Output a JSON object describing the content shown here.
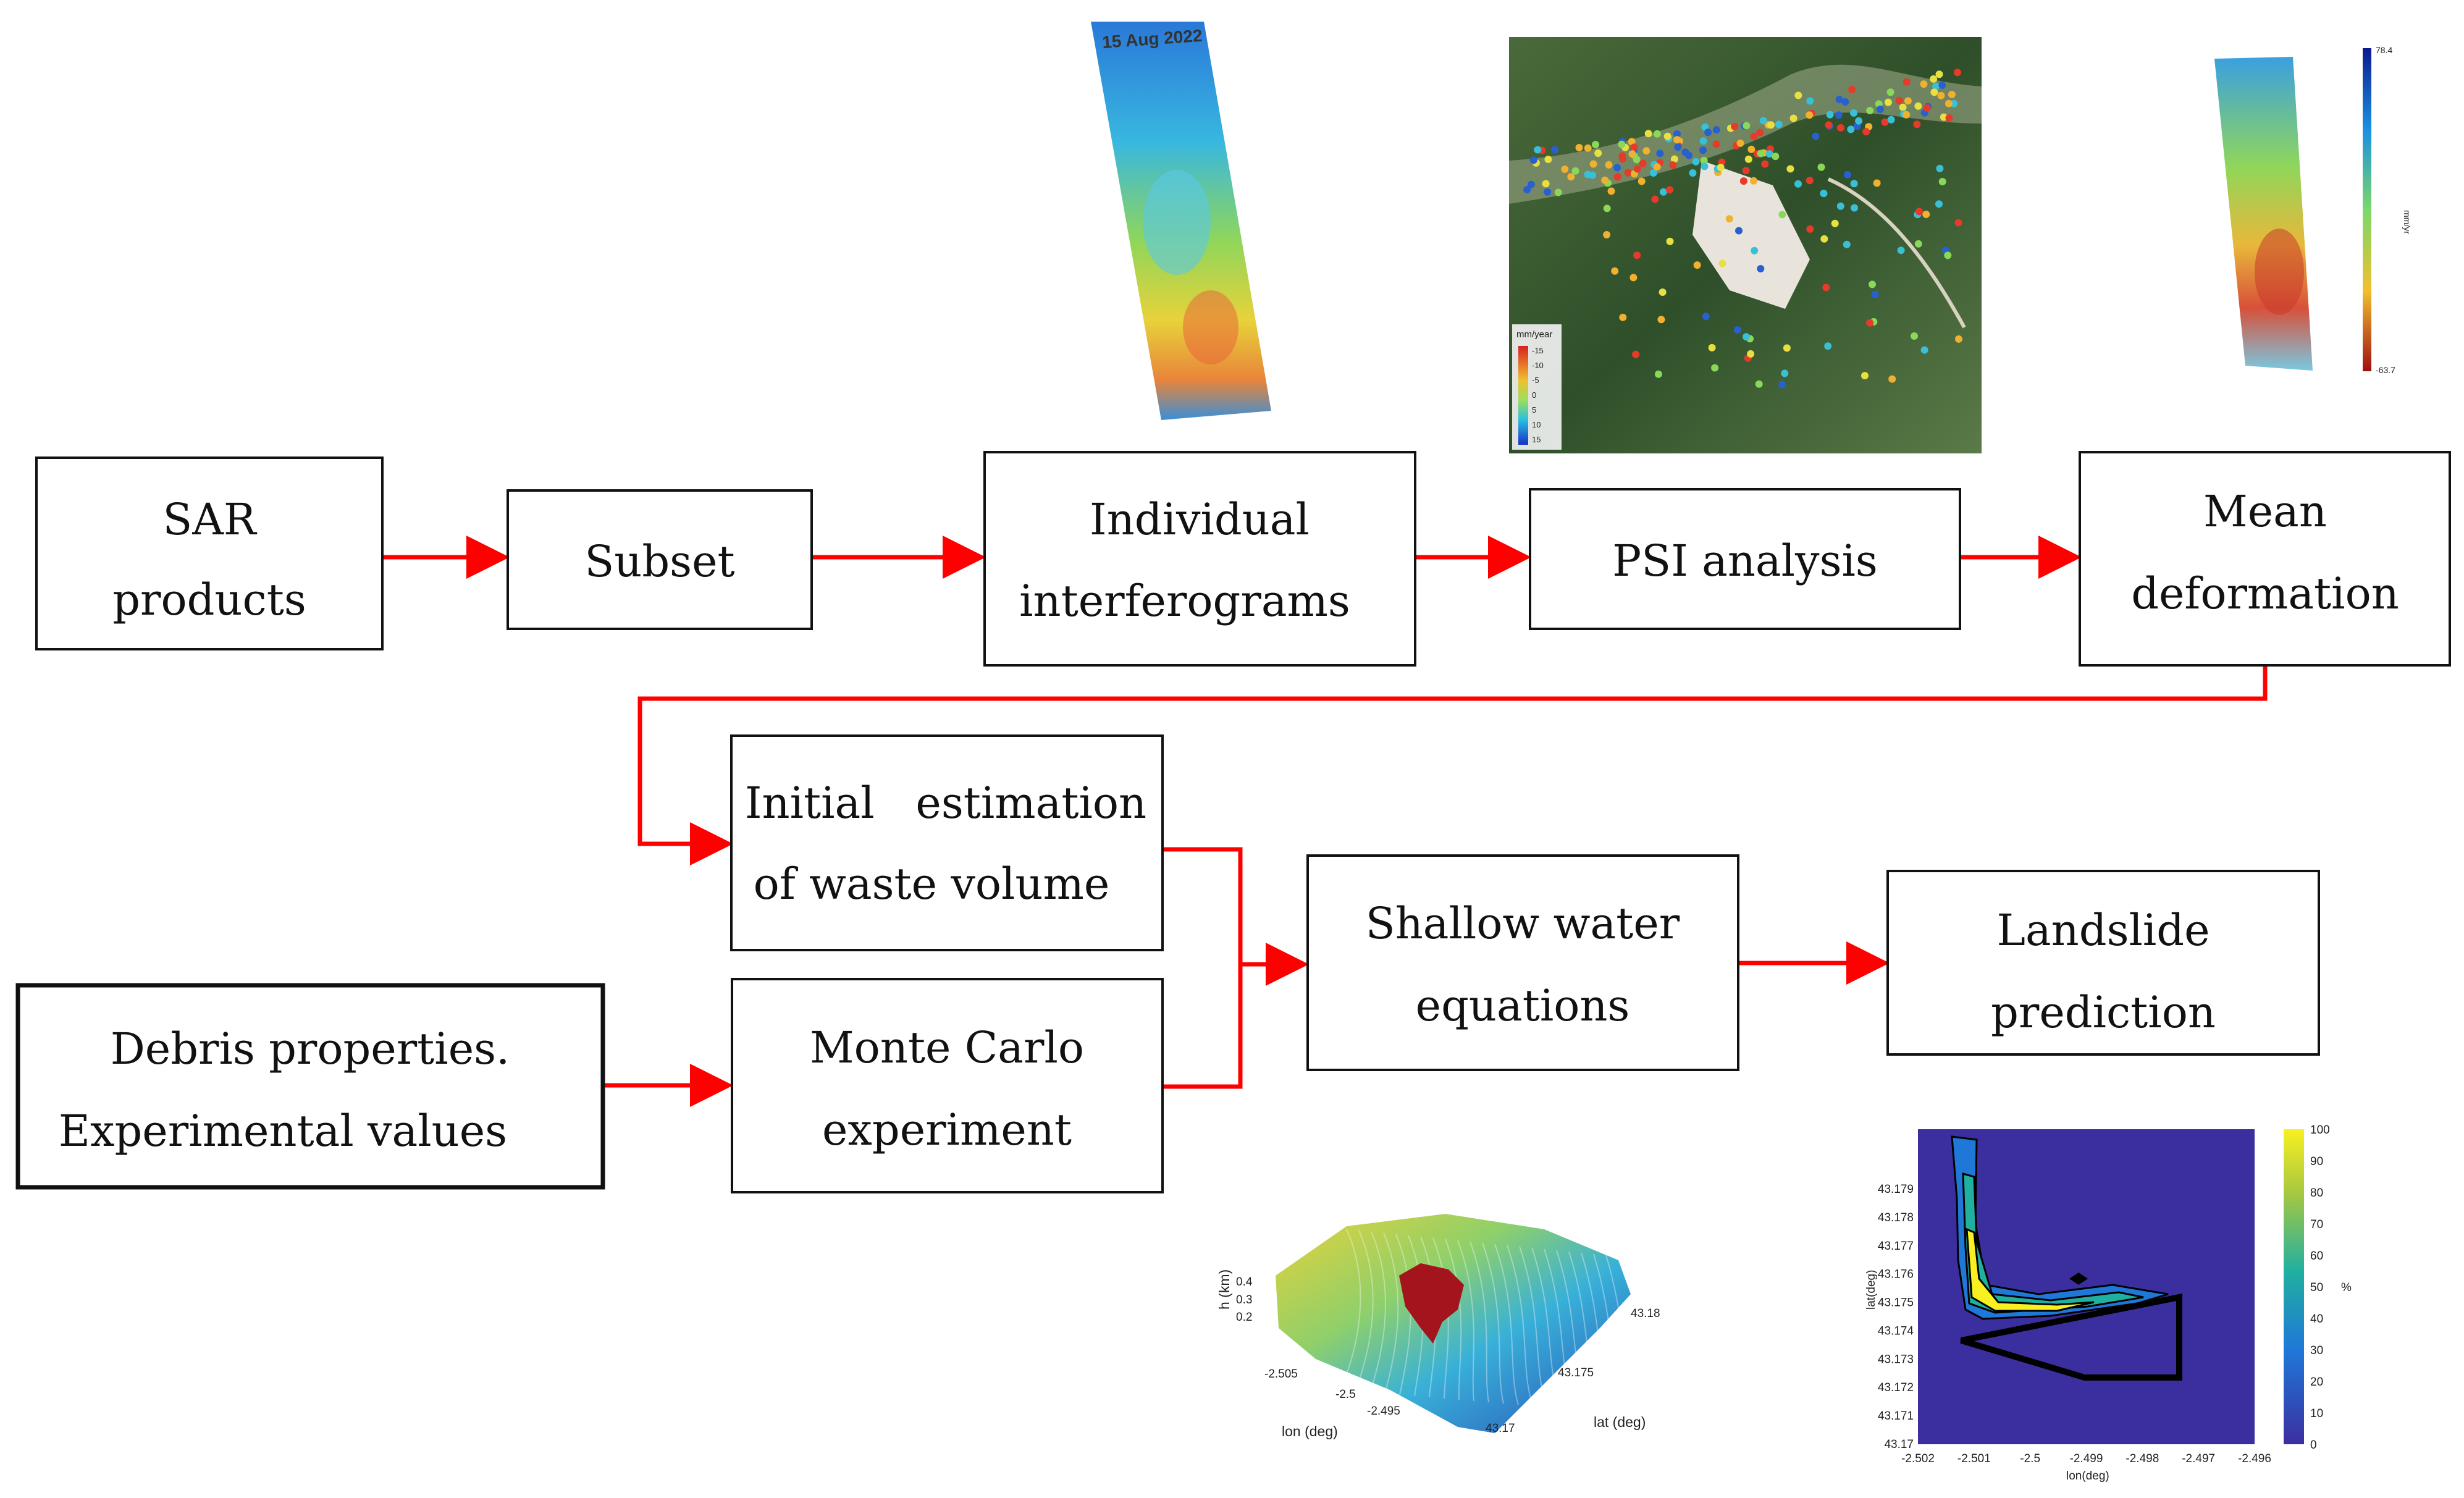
{
  "nodes": {
    "sar_products": [
      "SAR",
      "products"
    ],
    "subset": [
      "Subset"
    ],
    "individual_interferograms": [
      "Individual",
      "interferograms"
    ],
    "psi_analysis": [
      "PSI analysis"
    ],
    "mean_deformation": [
      "Mean",
      "deformation"
    ],
    "initial_estimation": [
      "Initial   estimation",
      "of waste volume"
    ],
    "debris_properties": [
      "Debris properties.",
      "Experimental values"
    ],
    "monte_carlo": [
      "Monte Carlo",
      "experiment"
    ],
    "shallow_water": [
      "Shallow water",
      "equations"
    ],
    "landslide_prediction": [
      "Landslide",
      "prediction"
    ]
  },
  "colors": {
    "arrow": "#ff0000",
    "box_stroke": "#111111",
    "surface_high": "#f2d43a",
    "surface_low": "#2a4fb8",
    "landslide_mass": "#a3141c",
    "contour_bg": "#3b2fa0"
  },
  "interferogram": {
    "date_label": "15 Aug 2022"
  },
  "psi_map": {
    "legend_title": "mm/year",
    "legend_values": [
      "-15",
      "-10",
      "-5",
      "0",
      "5",
      "10",
      "15"
    ]
  },
  "mean_deformation_map": {
    "colorbar_max": "78.4",
    "colorbar_min": "-63.7",
    "colorbar_unit": "mm/yr"
  },
  "surface_plot": {
    "zlabel": "h (km)",
    "xlabel": "lon (deg)",
    "ylabel": "lat (deg)",
    "z_ticks": [
      "0.4",
      "0.3",
      "0.2"
    ],
    "x_ticks": [
      "-2.505",
      "-2.5",
      "-2.495"
    ],
    "y_ticks": [
      "43.18",
      "43.175",
      "43.17"
    ]
  },
  "contour_plot": {
    "xlabel": "lon(deg)",
    "ylabel": "lat(deg)",
    "colorbar_unit": "%",
    "y_ticks": [
      "43.179",
      "43.178",
      "43.177",
      "43.176",
      "43.175",
      "43.174",
      "43.173",
      "43.172",
      "43.171",
      "43.17"
    ],
    "x_ticks": [
      "-2.502",
      "-2.501",
      "-2.5",
      "-2.499",
      "-2.498",
      "-2.497",
      "-2.496"
    ],
    "colorbar_ticks": [
      "100",
      "90",
      "80",
      "70",
      "60",
      "50",
      "40",
      "30",
      "20",
      "10",
      "0"
    ]
  }
}
